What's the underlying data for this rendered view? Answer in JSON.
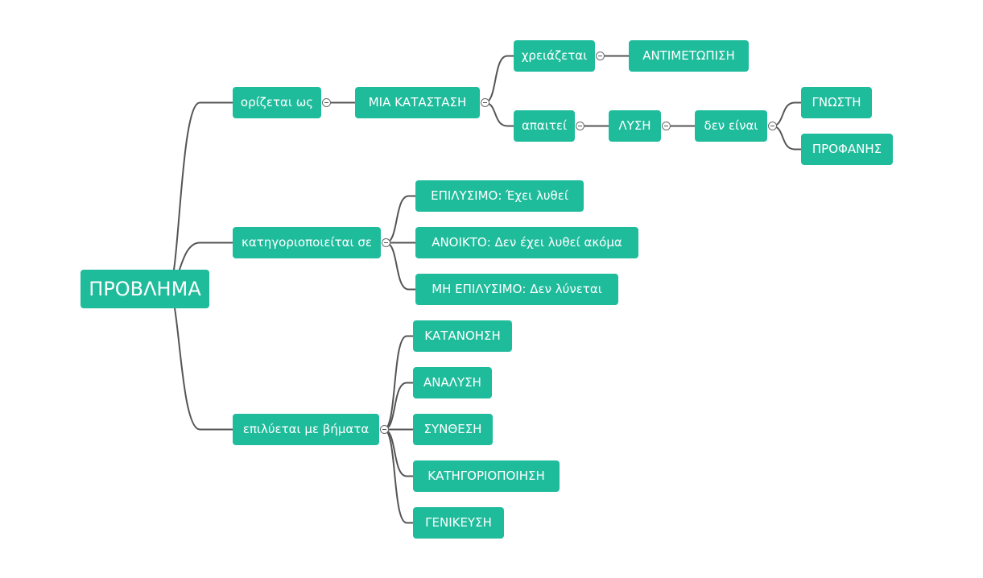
{
  "mindmap": {
    "root": "ΠΡΟΒΛΗΜΑ",
    "defined_as": "ορίζεται ως",
    "situation": "ΜΙΑ ΚΑΤΑΣΤΑΣΗ",
    "needs": "χρειάζεται",
    "handling": "ΑΝΤΙΜΕΤΩΠΙΣΗ",
    "requires": "απαιτεί",
    "solution": "ΛΥΣΗ",
    "is_not": "δεν είναι",
    "known": "ΓΝΩΣΤΗ",
    "obvious": "ΠΡΟΦΑΝΗΣ",
    "categorized_in": "κατηγοριοποιείται σε",
    "solvable": "ΕΠΙΛΥΣΙΜΟ: Έχει λυθεί",
    "open": "ΑΝΟΙΚΤΟ: Δεν έχει λυθεί ακόμα",
    "unsolvable": "ΜΗ ΕΠΙΛΥΣΙΜΟ: Δεν λύνεται",
    "solved_by_steps": "επιλύεται με βήματα",
    "understanding": "ΚΑΤΑΝΟΗΣΗ",
    "analysis": "ΑΝΑΛΥΣΗ",
    "synthesis": "ΣΥΝΘΕΣΗ",
    "categorization": "ΚΑΤΗΓΟΡΙΟΠΟΙΗΣΗ",
    "generalization": "ΓΕΝΙΚΕΥΣΗ"
  },
  "colors": {
    "node": "#1fbc9c",
    "node_text": "#ffffff",
    "line": "#555555"
  }
}
